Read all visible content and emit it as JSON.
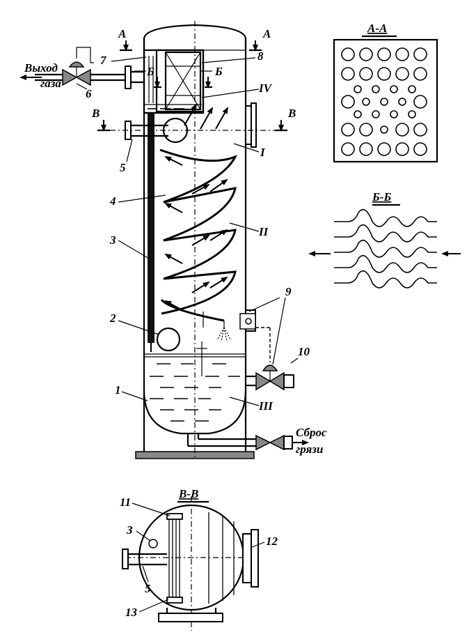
{
  "labels": {
    "gas_outlet": [
      "Выход",
      "газа"
    ],
    "sludge_discharge": [
      "Сброс",
      "грязи"
    ],
    "section_A": "А",
    "section_B": "Б",
    "section_V": "В"
  },
  "section_titles": {
    "aa": "А-А",
    "bb": "Б-Б",
    "vv": "В-В"
  },
  "callouts": {
    "n1": "1",
    "n2": "2",
    "n3": "3",
    "n4": "4",
    "n5": "5",
    "n6": "6",
    "n7": "7",
    "n8": "8",
    "n9": "9",
    "n10": "10",
    "n11": "11",
    "n12": "12",
    "n13": "13",
    "zone_I": "I",
    "zone_II": "II",
    "zone_III": "III",
    "zone_IV": "IV",
    "vv_3": "3",
    "vv_5": "5"
  }
}
